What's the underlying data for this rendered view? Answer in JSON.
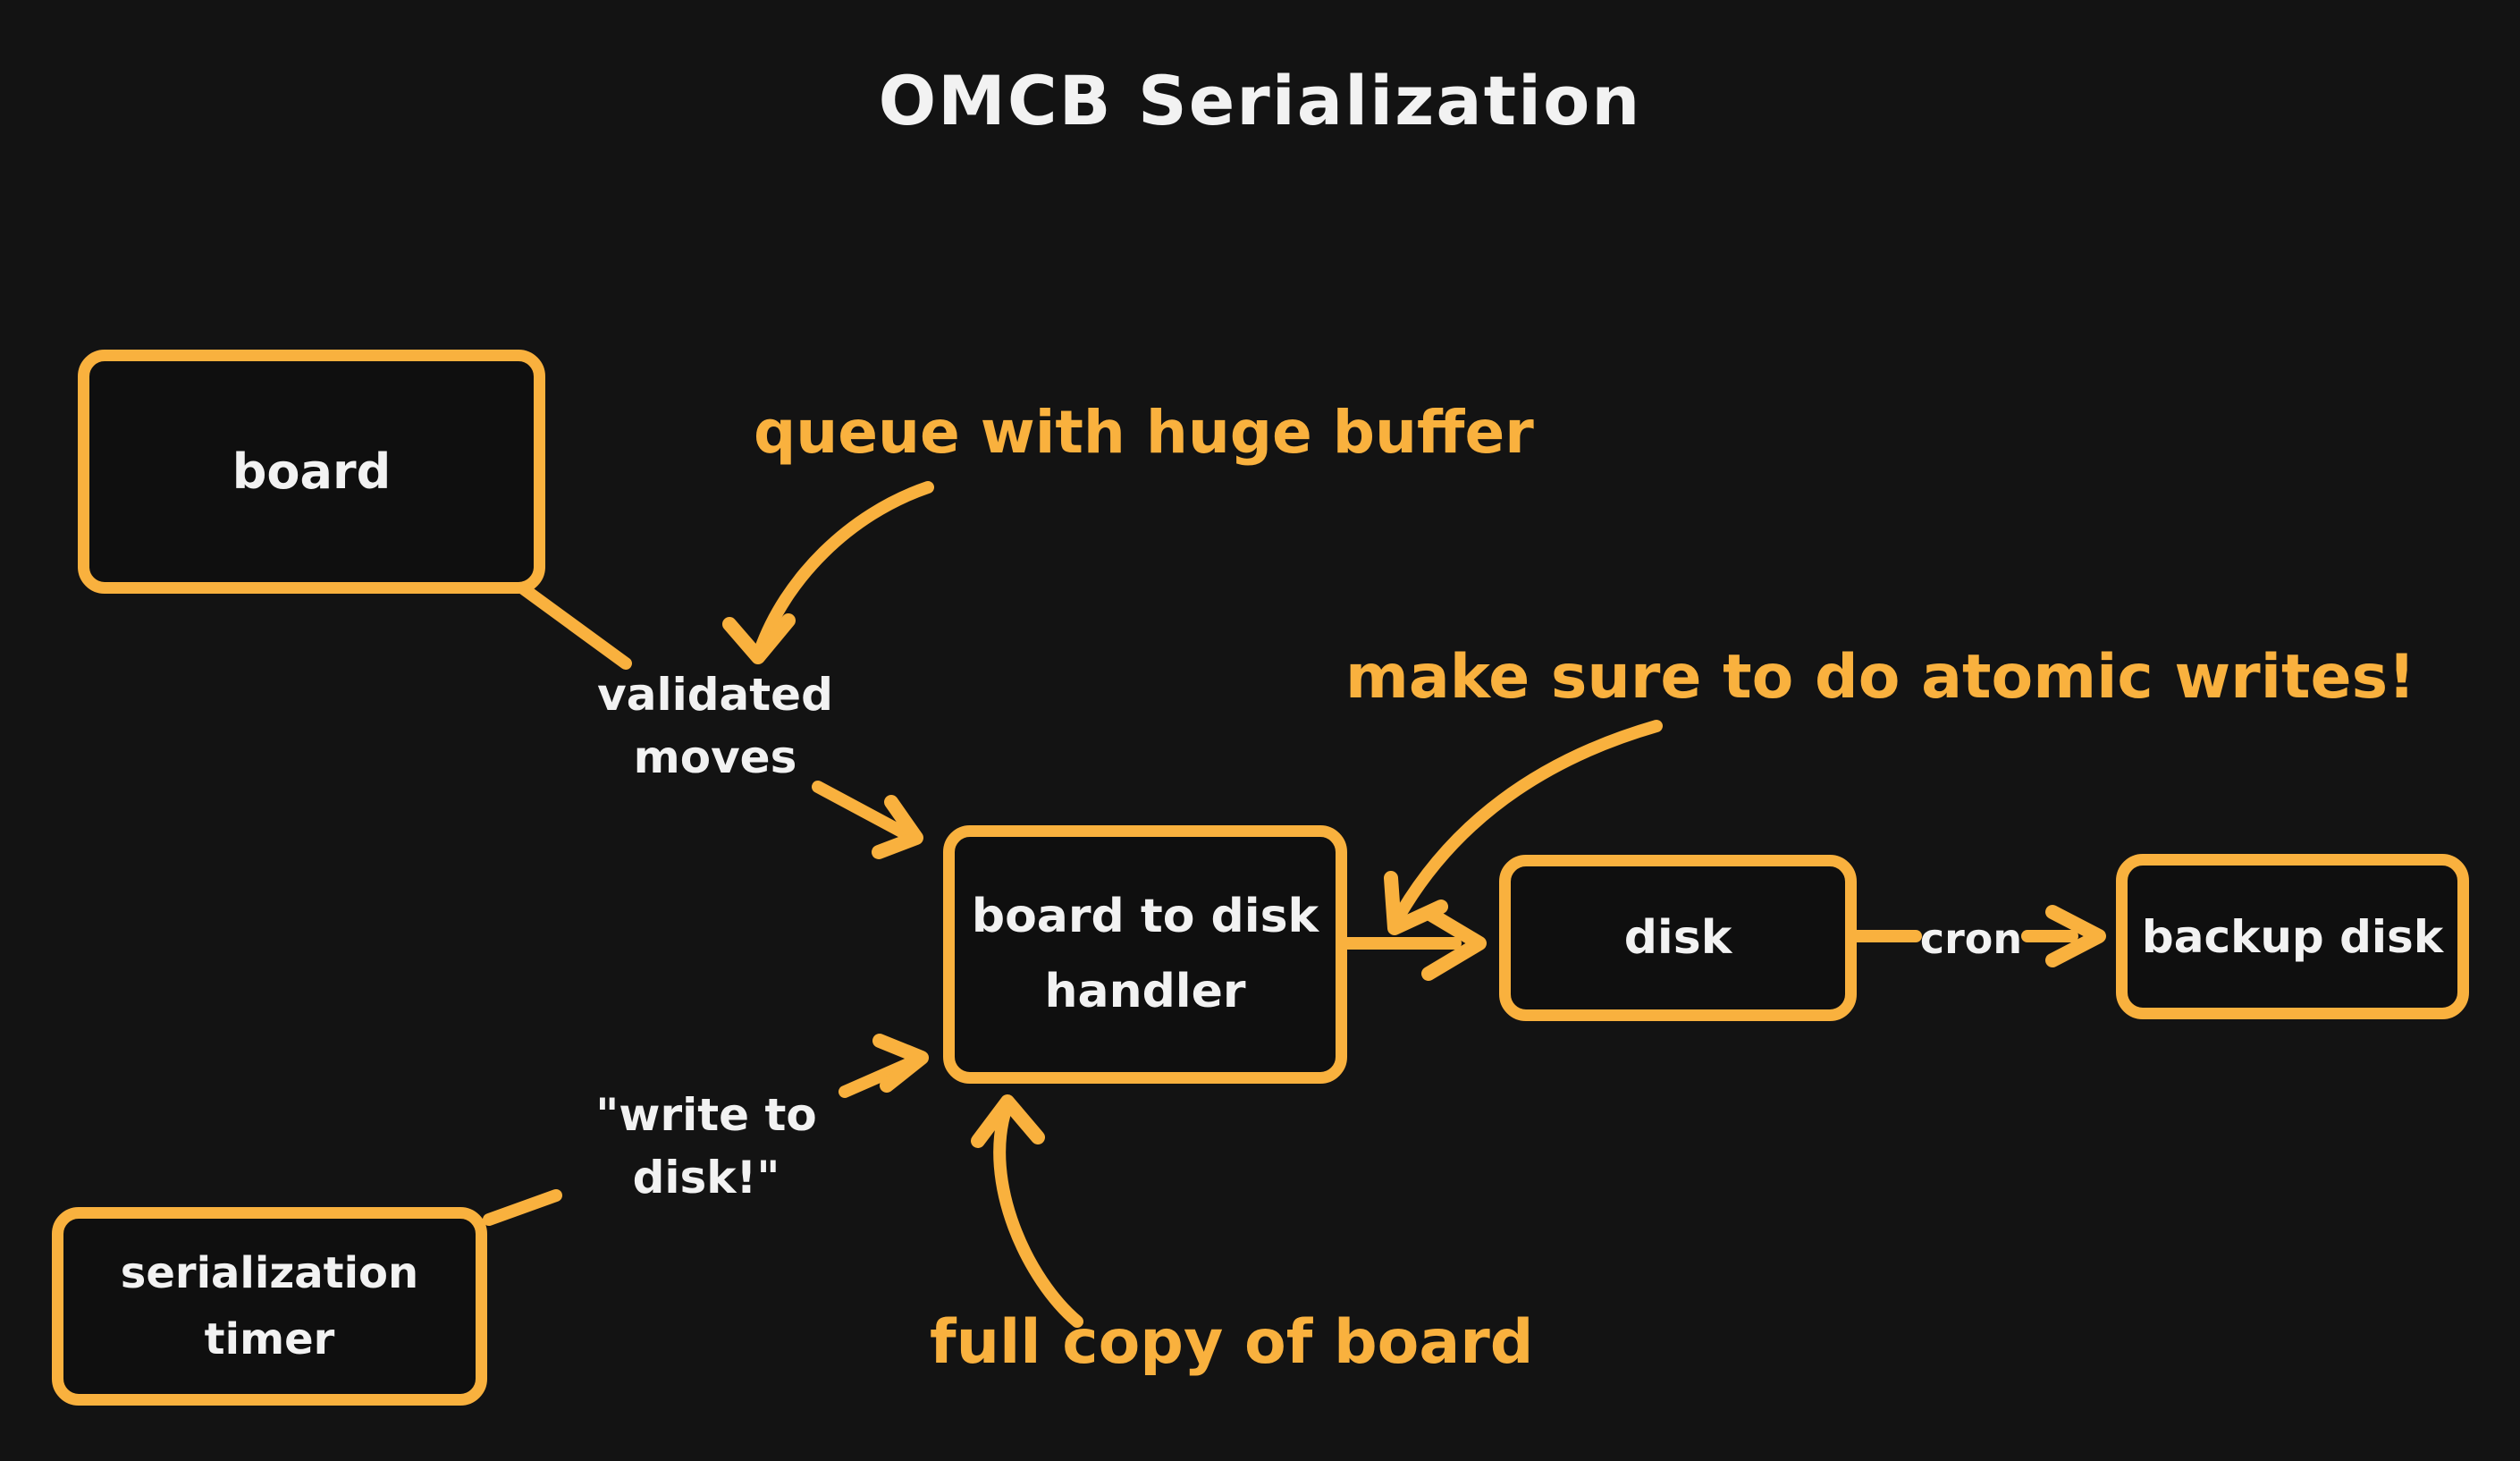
{
  "title": "OMCB Serialization",
  "colors": {
    "background": "#131313",
    "accent": "#F9B13E",
    "text": "#F2F2F2"
  },
  "nodes": {
    "board": {
      "label": "board"
    },
    "handler": {
      "label_line1": "board to disk",
      "label_line2": "handler"
    },
    "disk": {
      "label": "disk"
    },
    "backup_disk": {
      "label": "backup disk"
    },
    "serialization_timer": {
      "label_line1": "serialization",
      "label_line2": "timer"
    }
  },
  "edge_labels": {
    "validated_moves_line1": "validated",
    "validated_moves_line2": "moves",
    "write_to_disk_line1": "\"write to",
    "write_to_disk_line2": "disk!\"",
    "cron": "cron"
  },
  "annotations": {
    "queue": "queue with huge buffer",
    "atomic_writes": "make sure to do atomic writes!",
    "full_copy": "full copy of board"
  }
}
